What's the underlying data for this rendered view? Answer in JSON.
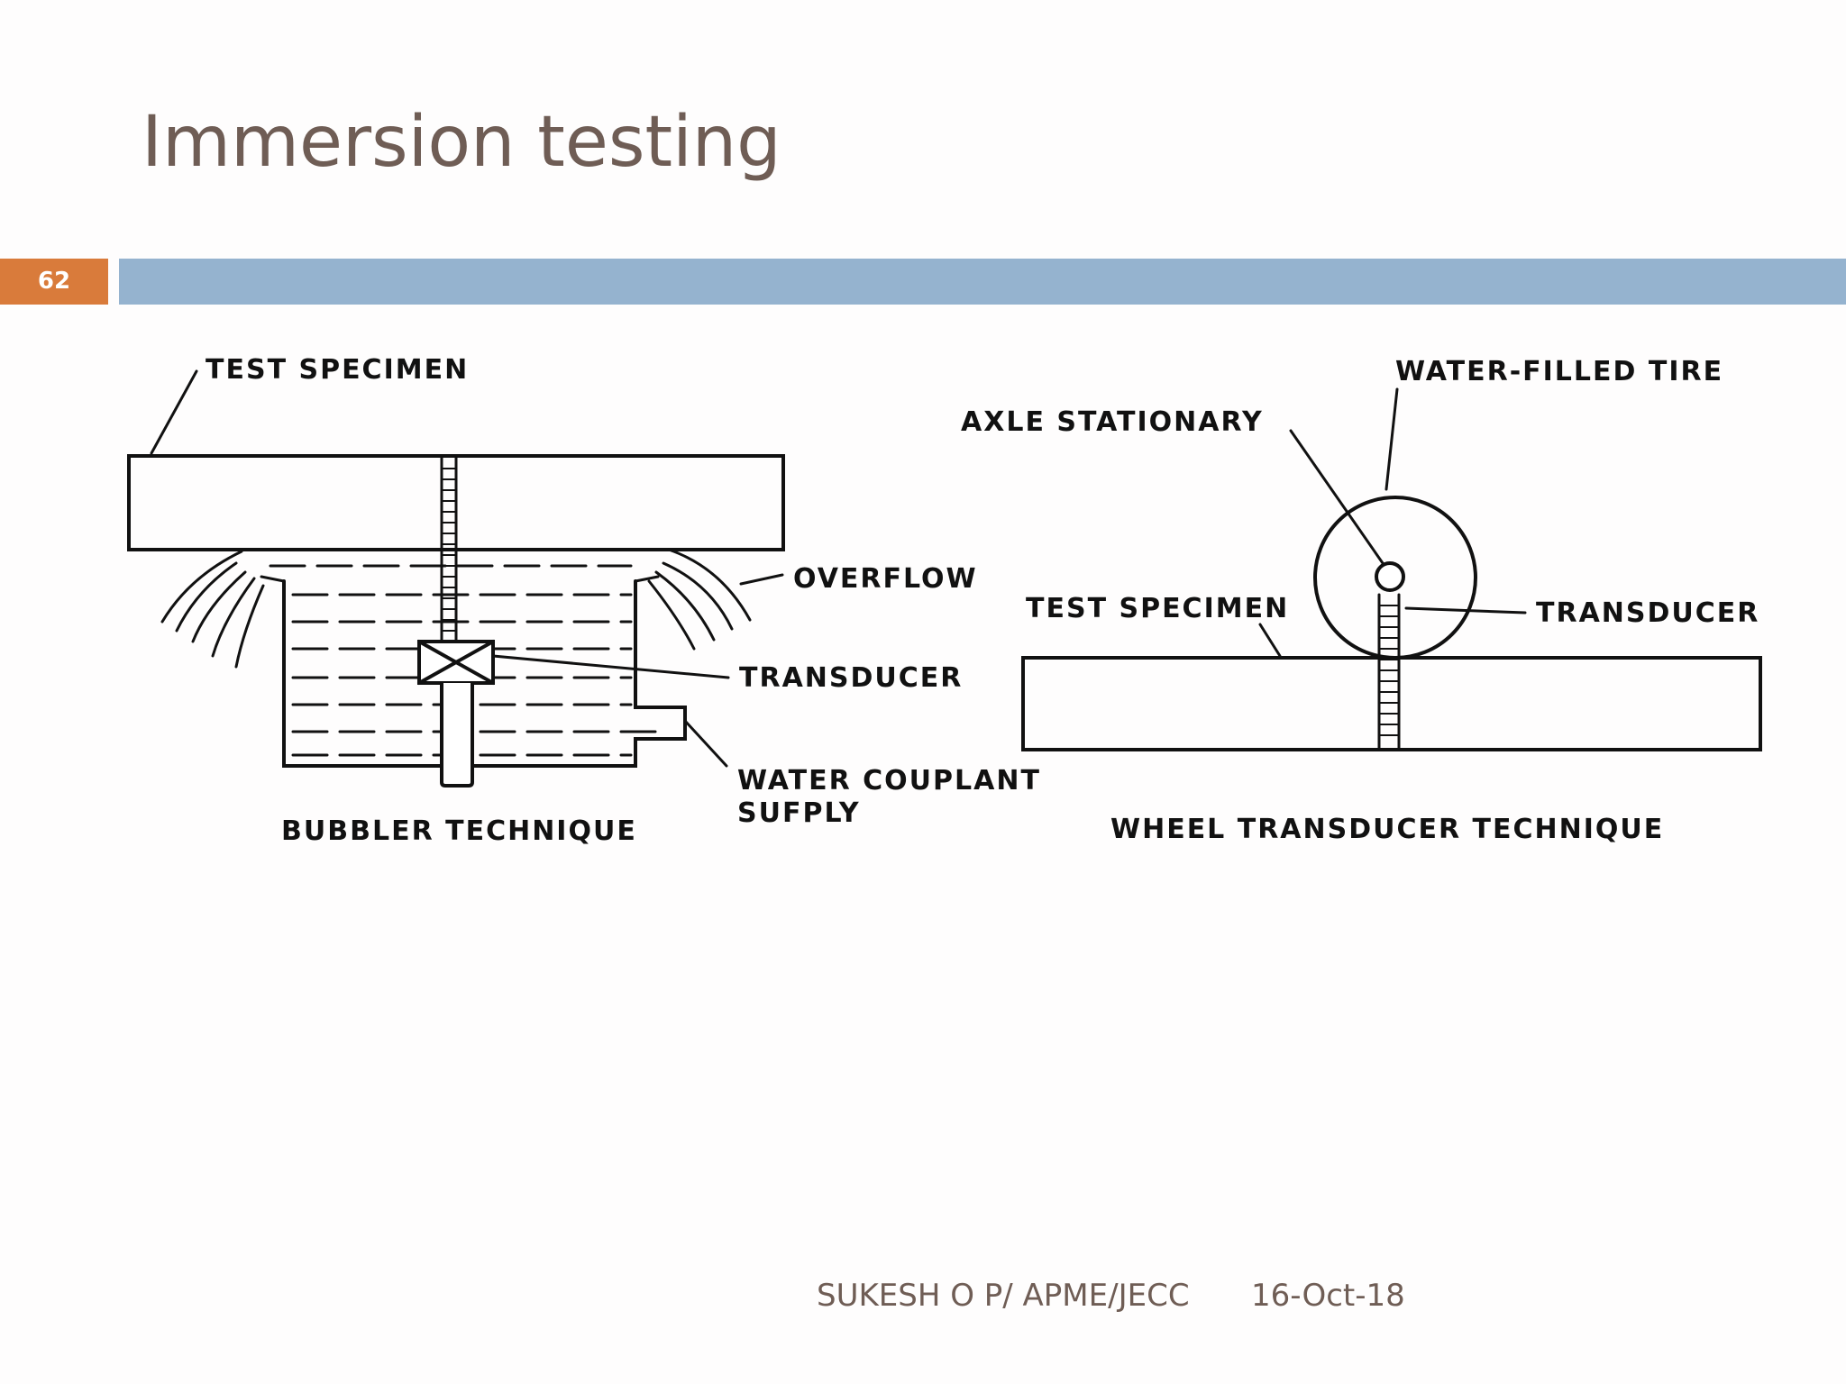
{
  "slide": {
    "title": "Immersion testing",
    "number": "62"
  },
  "diagram": {
    "bubbler": {
      "test_specimen": "TEST SPECIMEN",
      "overflow": "OVERFLOW",
      "transducer": "TRANSDUCER",
      "water_couplant_line1": "WATER COUPLANT",
      "water_couplant_line2": "SUFPLY",
      "caption": "BUBBLER TECHNIQUE"
    },
    "wheel": {
      "water_filled_tire": "WATER-FILLED TIRE",
      "axle_stationary": "AXLE STATIONARY",
      "test_specimen": "TEST SPECIMEN",
      "transducer": "TRANSDUCER",
      "caption": "WHEEL TRANSDUCER TECHNIQUE"
    }
  },
  "footer": {
    "author": "SUKESH O P/ APME/JECC",
    "date": "16-Oct-18"
  },
  "colors": {
    "title": "#6f5d55",
    "slide_number_bg": "#d97b3b",
    "header_bar": "#95b3cf",
    "ink": "#111111"
  }
}
